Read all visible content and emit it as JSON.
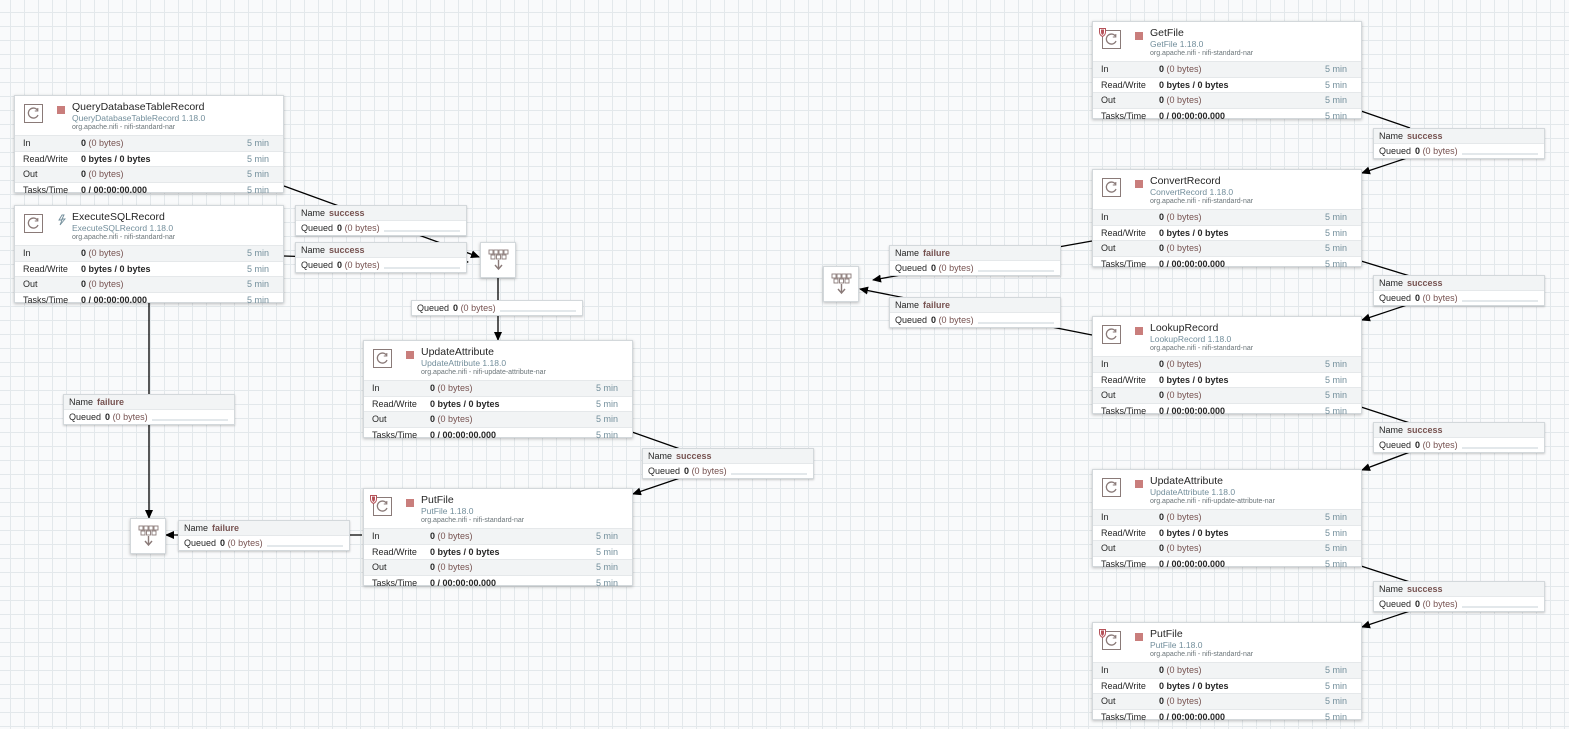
{
  "labels": {
    "in": "In",
    "read_write": "Read/Write",
    "out": "Out",
    "tasks_time": "Tasks/Time",
    "name": "Name",
    "queued": "Queued"
  },
  "colors": {
    "stopped": "#c97e7c",
    "type_text": "#728e9b",
    "relationship": "#775351"
  },
  "processors": [
    {
      "id": "qdtr",
      "name": "QueryDatabaseTableRecord",
      "type": "QueryDatabaseTableRecord 1.18.0",
      "bundle": "org.apache.nifi - nifi-standard-nar",
      "status": "stopped",
      "restricted": false,
      "in": "0",
      "in_bytes": "(0 bytes)",
      "rw": "0 bytes / 0 bytes",
      "out": "0",
      "out_bytes": "(0 bytes)",
      "tasks": "0 / 00:00:00.000",
      "window": "5 min"
    },
    {
      "id": "esr",
      "name": "ExecuteSQLRecord",
      "type": "ExecuteSQLRecord 1.18.0",
      "bundle": "org.apache.nifi - nifi-standard-nar",
      "status": "invalid",
      "restricted": false,
      "in": "0",
      "in_bytes": "(0 bytes)",
      "rw": "0 bytes / 0 bytes",
      "out": "0",
      "out_bytes": "(0 bytes)",
      "tasks": "0 / 00:00:00.000",
      "window": "5 min"
    },
    {
      "id": "ua1",
      "name": "UpdateAttribute",
      "type": "UpdateAttribute 1.18.0",
      "bundle": "org.apache.nifi - nifi-update-attribute-nar",
      "status": "stopped",
      "restricted": false,
      "in": "0",
      "in_bytes": "(0 bytes)",
      "rw": "0 bytes / 0 bytes",
      "out": "0",
      "out_bytes": "(0 bytes)",
      "tasks": "0 / 00:00:00.000",
      "window": "5 min"
    },
    {
      "id": "pf1",
      "name": "PutFile",
      "type": "PutFile 1.18.0",
      "bundle": "org.apache.nifi - nifi-standard-nar",
      "status": "stopped",
      "restricted": true,
      "in": "0",
      "in_bytes": "(0 bytes)",
      "rw": "0 bytes / 0 bytes",
      "out": "0",
      "out_bytes": "(0 bytes)",
      "tasks": "0 / 00:00:00.000",
      "window": "5 min"
    },
    {
      "id": "gf",
      "name": "GetFile",
      "type": "GetFile 1.18.0",
      "bundle": "org.apache.nifi - nifi-standard-nar",
      "status": "stopped",
      "restricted": true,
      "in": "0",
      "in_bytes": "(0 bytes)",
      "rw": "0 bytes / 0 bytes",
      "out": "0",
      "out_bytes": "(0 bytes)",
      "tasks": "0 / 00:00:00.000",
      "window": "5 min"
    },
    {
      "id": "cr",
      "name": "ConvertRecord",
      "type": "ConvertRecord 1.18.0",
      "bundle": "org.apache.nifi - nifi-standard-nar",
      "status": "stopped",
      "restricted": false,
      "in": "0",
      "in_bytes": "(0 bytes)",
      "rw": "0 bytes / 0 bytes",
      "out": "0",
      "out_bytes": "(0 bytes)",
      "tasks": "0 / 00:00:00.000",
      "window": "5 min"
    },
    {
      "id": "lr",
      "name": "LookupRecord",
      "type": "LookupRecord 1.18.0",
      "bundle": "org.apache.nifi - nifi-standard-nar",
      "status": "stopped",
      "restricted": false,
      "in": "0",
      "in_bytes": "(0 bytes)",
      "rw": "0 bytes / 0 bytes",
      "out": "0",
      "out_bytes": "(0 bytes)",
      "tasks": "0 / 00:00:00.000",
      "window": "5 min"
    },
    {
      "id": "ua2",
      "name": "UpdateAttribute",
      "type": "UpdateAttribute 1.18.0",
      "bundle": "org.apache.nifi - nifi-update-attribute-nar",
      "status": "stopped",
      "restricted": false,
      "in": "0",
      "in_bytes": "(0 bytes)",
      "rw": "0 bytes / 0 bytes",
      "out": "0",
      "out_bytes": "(0 bytes)",
      "tasks": "0 / 00:00:00.000",
      "window": "5 min"
    },
    {
      "id": "pf2",
      "name": "PutFile",
      "type": "PutFile 1.18.0",
      "bundle": "org.apache.nifi - nifi-standard-nar",
      "status": "stopped",
      "restricted": true,
      "in": "0",
      "in_bytes": "(0 bytes)",
      "rw": "0 bytes / 0 bytes",
      "out": "0",
      "out_bytes": "(0 bytes)",
      "tasks": "0 / 00:00:00.000",
      "window": "5 min"
    }
  ],
  "connections": [
    {
      "id": "c1",
      "name": "success",
      "queued": "0",
      "queued_bytes": "(0 bytes)"
    },
    {
      "id": "c2",
      "name": "success",
      "queued": "0",
      "queued_bytes": "(0 bytes)"
    },
    {
      "id": "c3",
      "name": "",
      "queued": "0",
      "queued_bytes": "(0 bytes)"
    },
    {
      "id": "c4",
      "name": "failure",
      "queued": "0",
      "queued_bytes": "(0 bytes)"
    },
    {
      "id": "c5",
      "name": "success",
      "queued": "0",
      "queued_bytes": "(0 bytes)"
    },
    {
      "id": "c6",
      "name": "failure",
      "queued": "0",
      "queued_bytes": "(0 bytes)"
    },
    {
      "id": "c7",
      "name": "success",
      "queued": "0",
      "queued_bytes": "(0 bytes)"
    },
    {
      "id": "c8",
      "name": "success",
      "queued": "0",
      "queued_bytes": "(0 bytes)"
    },
    {
      "id": "c9",
      "name": "success",
      "queued": "0",
      "queued_bytes": "(0 bytes)"
    },
    {
      "id": "c10",
      "name": "success",
      "queued": "0",
      "queued_bytes": "(0 bytes)"
    },
    {
      "id": "c11",
      "name": "failure",
      "queued": "0",
      "queued_bytes": "(0 bytes)"
    },
    {
      "id": "c12",
      "name": "failure",
      "queued": "0",
      "queued_bytes": "(0 bytes)"
    }
  ],
  "funnels": [
    {
      "id": "f1",
      "icon": "funnel-icon"
    },
    {
      "id": "f2",
      "icon": "funnel-icon"
    },
    {
      "id": "f3",
      "icon": "funnel-icon"
    }
  ]
}
